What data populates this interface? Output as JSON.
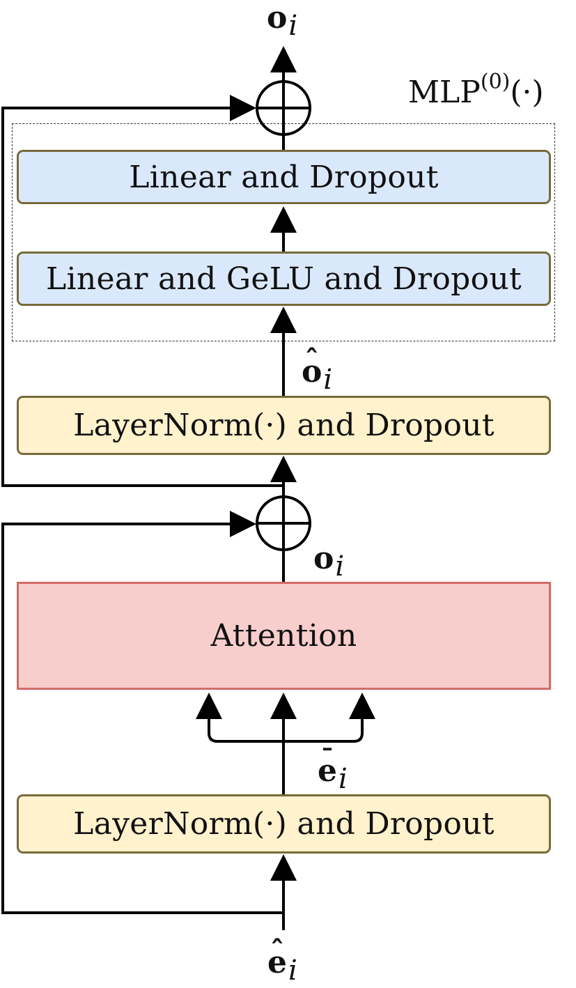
{
  "diagram": {
    "mlp_label": {
      "base": "MLP",
      "sup": "(0)",
      "arg": "(·)"
    },
    "boxes": {
      "linear_dropout": "Linear and Dropout",
      "linear_gelu_dropout": "Linear and GeLU and Dropout",
      "layernorm_top": "LayerNorm(·) and Dropout",
      "attention": "Attention",
      "layernorm_bottom": "LayerNorm(·) and Dropout"
    },
    "labels": {
      "o_bar_i": {
        "base": "o",
        "accent": "¯",
        "sub": "i"
      },
      "o_hat_i": {
        "base": "o",
        "accent": "ˆ",
        "sub": "i"
      },
      "o_i": {
        "base": "o",
        "sub": "i"
      },
      "e_bar_i": {
        "base": "e",
        "accent": "¯",
        "sub": "i"
      },
      "e_hat_i": {
        "base": "e",
        "accent": "ˆ",
        "sub": "i"
      }
    },
    "colors": {
      "blue_fill": "#dae8fc",
      "yellow_fill": "#fff2cc",
      "red_fill": "#f8cecc",
      "red_border": "#d16b67",
      "box_border": "#776a3a"
    }
  }
}
